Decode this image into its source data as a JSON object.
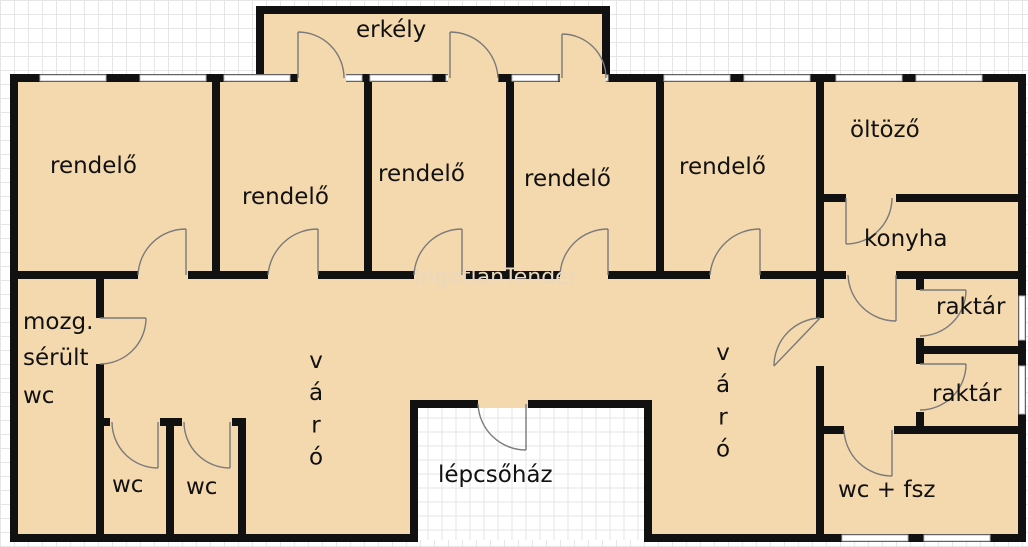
{
  "colors": {
    "floor": "#f5d9ae",
    "wall": "#111111",
    "window": "#c9c9c9",
    "door": "#9a9a9a",
    "grid": "#e6e6e6"
  },
  "watermark": "IngatlanTender",
  "labels": {
    "erkely": "erkély",
    "rendelo_1": "rendelő",
    "rendelo_2": "rendelő",
    "rendelo_3": "rendelő",
    "rendelo_4": "rendelő",
    "rendelo_5": "rendelő",
    "oltozo": "öltöző",
    "konyha": "konyha",
    "raktar_1": "raktár",
    "raktar_2": "raktár",
    "mozg_line1": "mozg.",
    "mozg_line2": "sérült",
    "mozg_line3": "wc",
    "wc_1": "wc",
    "wc_2": "wc",
    "varo_left": "váró",
    "varo_right": "váró",
    "lepcsohaz": "lépcsőház",
    "wc_fsz": "wc + fsz"
  }
}
